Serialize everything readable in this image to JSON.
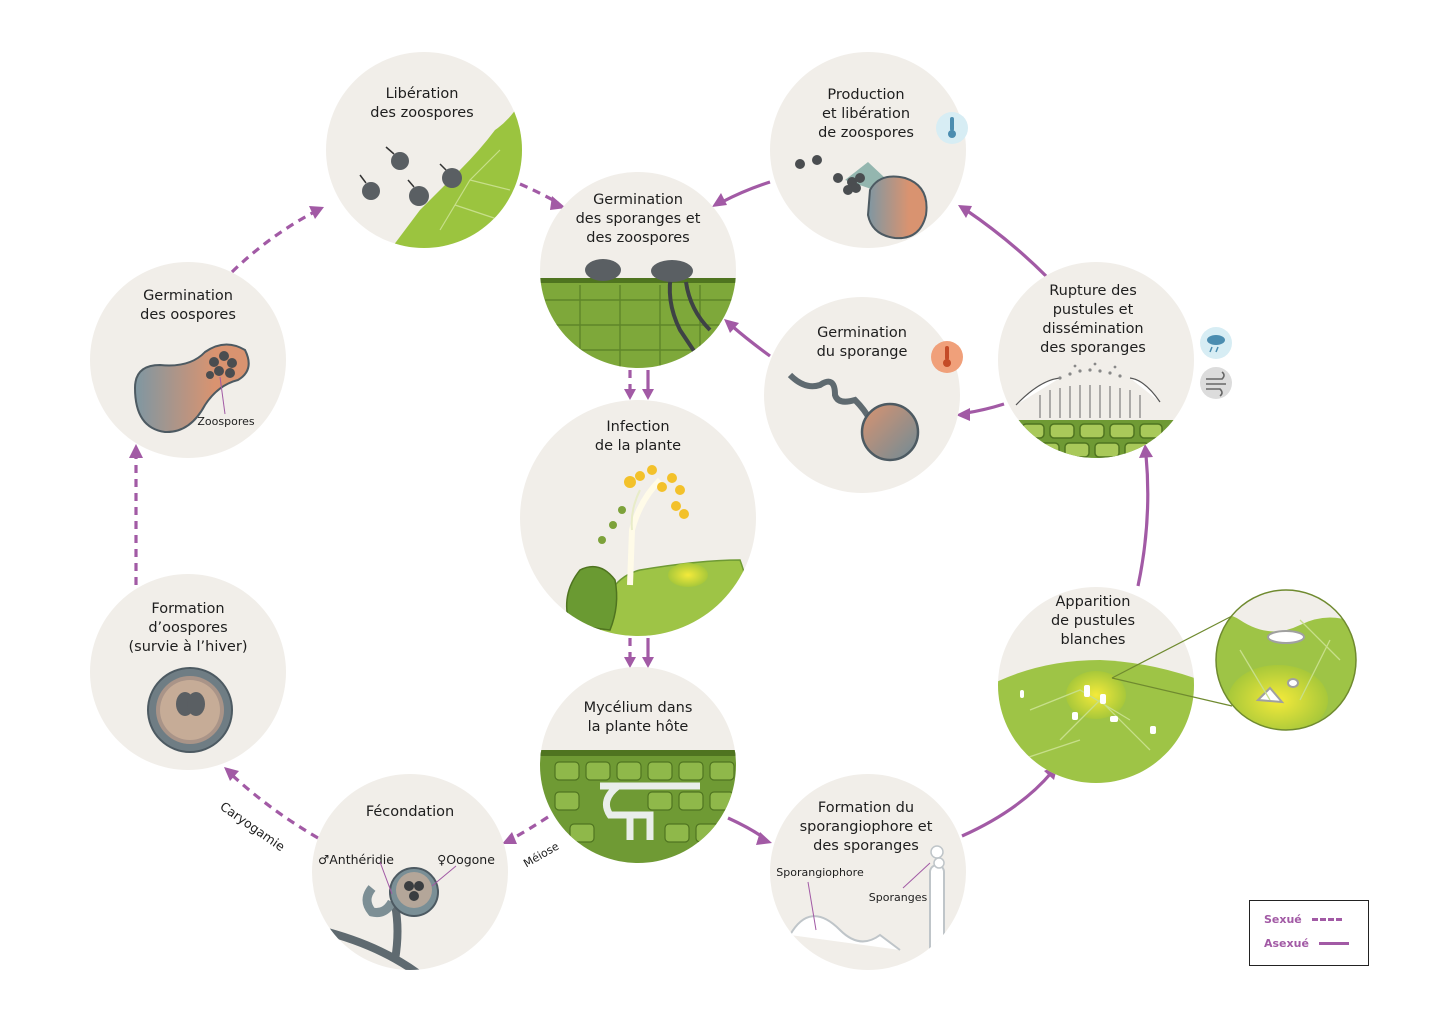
{
  "stages": {
    "liberation_zoospores": [
      "Libération",
      "des zoospores"
    ],
    "production_zoospores": [
      "Production",
      "et libération",
      "de zoospores"
    ],
    "germination_sporanges": [
      "Germination",
      "des sporanges et",
      "des zoospores"
    ],
    "germination_oospores": [
      "Germination",
      "des oospores"
    ],
    "rupture_pustules": [
      "Rupture des",
      "pustules et",
      "dissémination",
      "des sporanges"
    ],
    "germination_sporange": [
      "Germination",
      "du sporange"
    ],
    "infection": [
      "Infection",
      "de la plante"
    ],
    "formation_oospores": [
      "Formation",
      "d’oospores",
      "(survie à l’hiver)"
    ],
    "apparition_pustules": [
      "Apparition",
      "de pustules",
      "blanches"
    ],
    "mycelium": [
      "Mycélium dans",
      "la plante hôte"
    ],
    "fecondation": [
      "Fécondation"
    ],
    "formation_sporangiophore": [
      "Formation du",
      "sporangiophore et",
      "des sporanges"
    ]
  },
  "labels": {
    "zoospores": "Zoospores",
    "antheridie": "♂Anthéridie",
    "oogone": "♀Oogone",
    "sporangiophore": "Sporangiophore",
    "sporanges": "Sporanges",
    "caryogamie": "Caryogamie",
    "meiose": "Méiose"
  },
  "legend": {
    "sexual": "Sexué",
    "asexual": "Asexué"
  },
  "icons": [
    "thermometer-cold-icon",
    "thermometer-warm-icon",
    "rain-cloud-icon",
    "wind-icon"
  ],
  "colors": {
    "arrow": "#a25aa5",
    "circle_bg": "#f1eee9",
    "leaf_green": "#8dbb3f",
    "tissue_green": "#6f9a34",
    "spore_gray": "#5a5f63"
  }
}
